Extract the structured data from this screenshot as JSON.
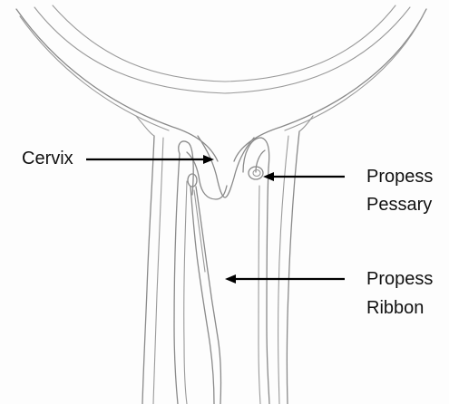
{
  "labels": {
    "cervix": "Cervix",
    "pessary_line1": "Propess",
    "pessary_line2": "Pessary",
    "ribbon_line1": "Propess",
    "ribbon_line2": "Ribbon"
  },
  "colors": {
    "background": "#fdfdfd",
    "sketch_line": "#8a8a8a",
    "arrow": "#000000",
    "text": "#111111"
  }
}
